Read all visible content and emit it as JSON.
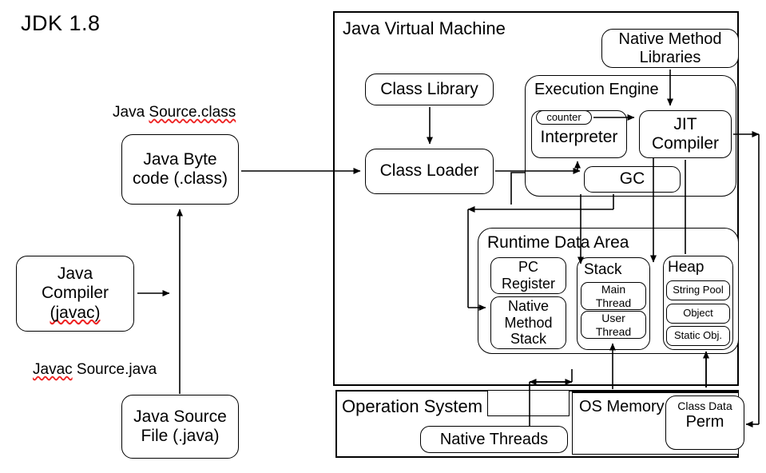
{
  "diagram": {
    "title": "JDK 1.8",
    "type": "architecture-block-diagram"
  },
  "left_column": {
    "label_bytecode": {
      "plain": "Java ",
      "spellchecked": "Source.class"
    },
    "box_bytecode": {
      "line1": "Java Byte",
      "line2": "code (.class)"
    },
    "box_compiler": {
      "line1": "Java",
      "line2": "Compiler",
      "line3": "(javac)"
    },
    "label_source": {
      "spellchecked": "Javac",
      "plain": " Source.java"
    },
    "box_source_file": {
      "line1": "Java Source",
      "line2": "File (.java)"
    }
  },
  "jvm": {
    "title": "Java Virtual Machine",
    "class_library": "Class Library",
    "class_loader": "Class Loader",
    "native_method_libraries": {
      "line1": "Native Method",
      "line2": "Libraries"
    },
    "execution_engine": {
      "title": "Execution Engine",
      "counter": "counter",
      "interpreter": "Interpreter",
      "jit_compiler": {
        "line1": "JIT",
        "line2": "Compiler"
      },
      "gc": "GC"
    },
    "runtime_data_area": {
      "title": "Runtime Data Area",
      "pc_register": {
        "line1": "PC",
        "line2": "Register"
      },
      "native_method_stack": {
        "line1": "Native",
        "line2": "Method",
        "line3": "Stack"
      },
      "stack": {
        "title": "Stack",
        "main_thread": {
          "line1": "Main",
          "line2": "Thread"
        },
        "user_thread": {
          "line1": "User",
          "line2": "Thread"
        }
      },
      "heap": {
        "title": "Heap",
        "items": [
          "String Pool",
          "Object",
          "Static Obj."
        ]
      }
    }
  },
  "os": {
    "title": "Operation System",
    "native_threads": "Native Threads",
    "memory": {
      "title": "OS Memory",
      "perm": {
        "label": "Class Data",
        "name": "Perm"
      }
    }
  },
  "colors": {
    "stroke": "#000000",
    "background": "#ffffff",
    "spellcheck_underline": "#ee2222"
  }
}
